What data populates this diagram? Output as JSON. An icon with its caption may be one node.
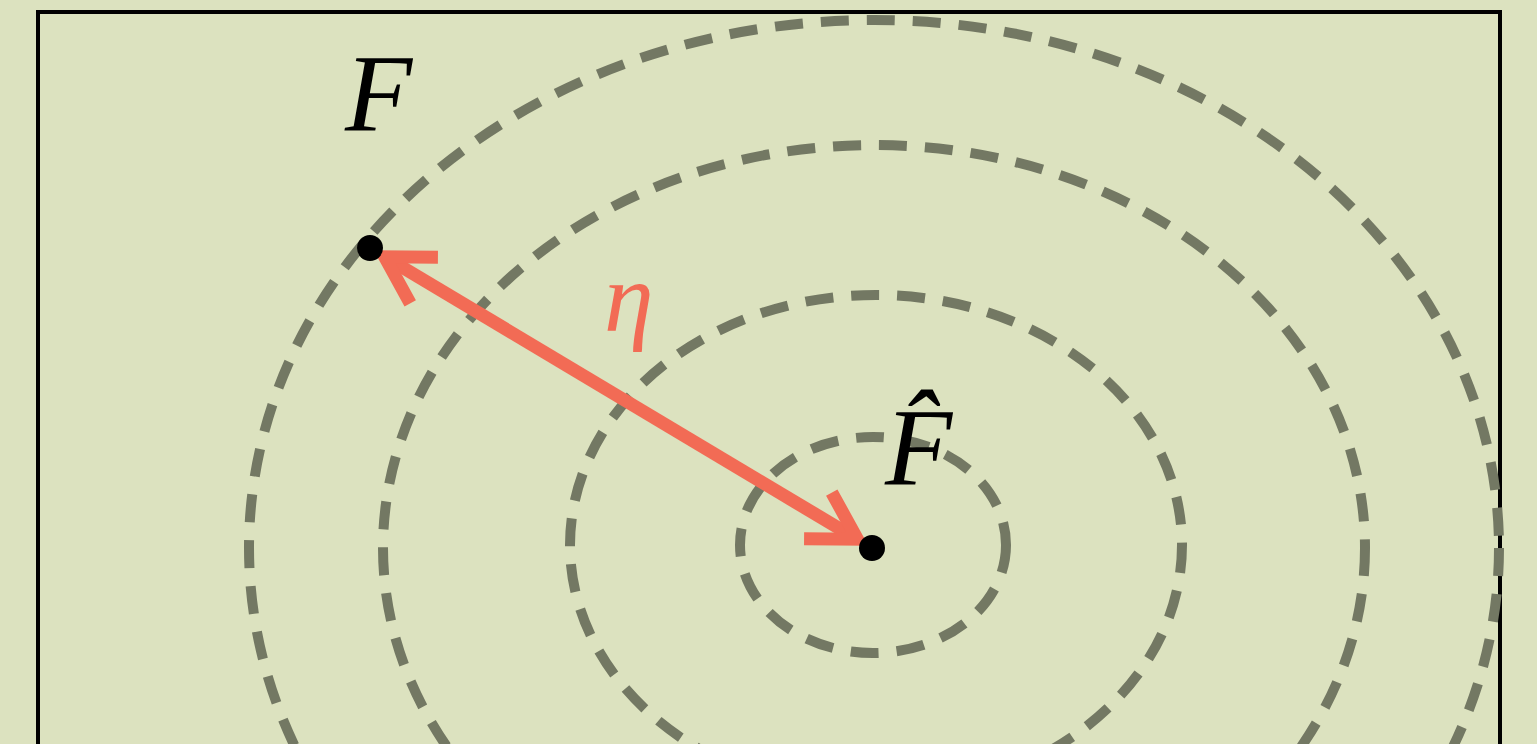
{
  "diagram": {
    "nodes": [
      {
        "text": [],
        "shape": "circle",
        "beside": [
          "F"
        ]
      },
      {
        "text": [],
        "shape": "circle",
        "beside": [
          "F̂"
        ]
      }
    ],
    "edges": [
      {
        "from": 0,
        "to": 1,
        "arrow": "both",
        "label": "η",
        "color": "#f26b55"
      }
    ]
  }
}
